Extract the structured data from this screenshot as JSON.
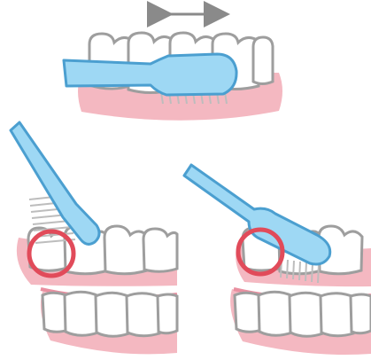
{
  "illustration": {
    "panels": [
      "top-horizontal-brushing",
      "bottom-left-angled-brushing",
      "bottom-right-angled-brushing"
    ],
    "icons": {
      "motion": "double-arrow-icon",
      "focus": "red-circle-highlight-icon"
    }
  },
  "colors": {
    "tooth_outline": "#9e9e9e",
    "tooth_fill": "#ffffff",
    "gum": "#f4b8c1",
    "gum_shadow": "#e98fa0",
    "brush_fill": "#9ed8f4",
    "brush_stroke": "#4b9fd0",
    "bristles": "#bdbdbd",
    "highlight": "#e14b5a",
    "arrow": "#8a8a8a"
  }
}
